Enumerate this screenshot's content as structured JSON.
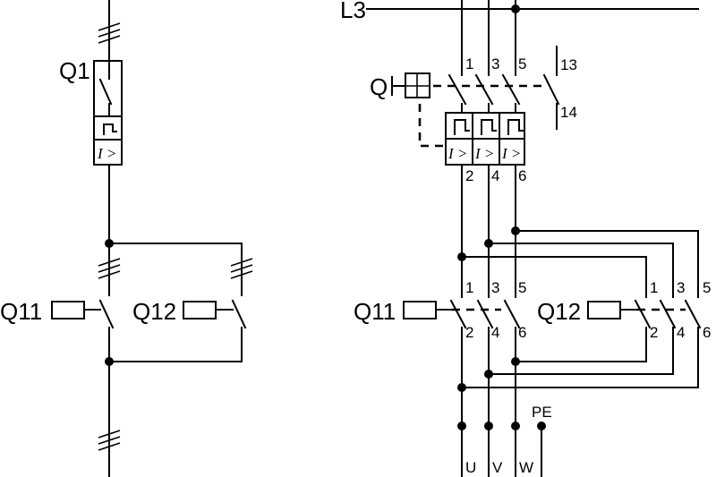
{
  "left": {
    "q1_label": "Q1",
    "trip_label": "I >",
    "q11_label": "Q11",
    "q12_label": "Q12"
  },
  "right": {
    "l3_label": "L3",
    "q_label": "Q",
    "q_top_terms": [
      "1",
      "3",
      "5"
    ],
    "q_aux_top": "13",
    "q_aux_bottom": "14",
    "trip_labels": [
      "I >",
      "I >",
      "I >"
    ],
    "q_bottom_terms": [
      "2",
      "4",
      "6"
    ],
    "q11_label": "Q11",
    "q11_top_terms": [
      "1",
      "3",
      "5"
    ],
    "q11_bottom_terms": [
      "2",
      "4",
      "6"
    ],
    "q12_label": "Q12",
    "q12_top_terms": [
      "1",
      "3",
      "5"
    ],
    "q12_bottom_terms": [
      "2",
      "4",
      "6"
    ],
    "pe_label": "PE",
    "out_labels": [
      "U",
      "V",
      "W"
    ]
  }
}
